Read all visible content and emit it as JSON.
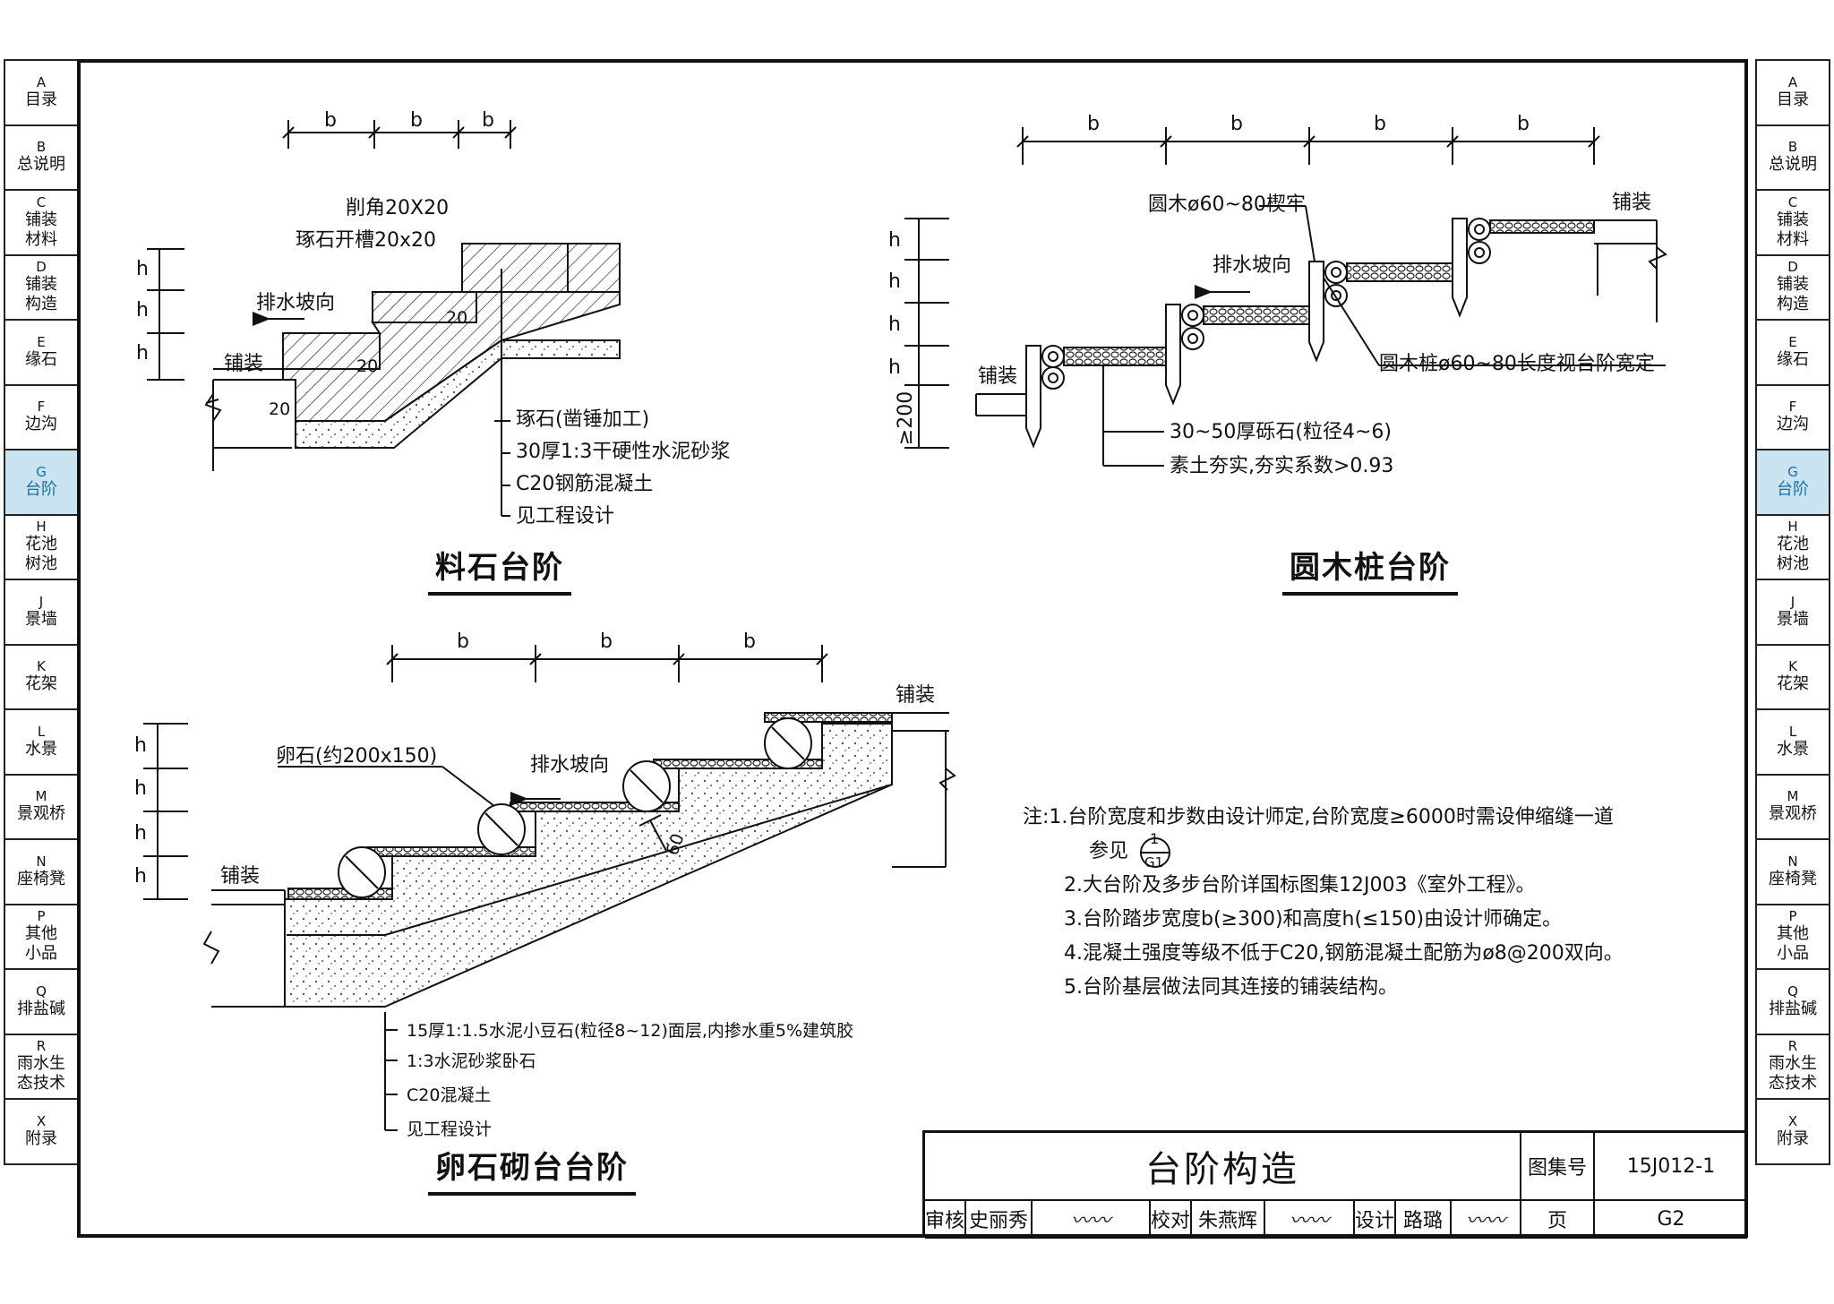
{
  "sidebar": {
    "items": [
      {
        "code": "A",
        "label": "目录"
      },
      {
        "code": "B",
        "label": "总说明"
      },
      {
        "code": "C",
        "label": "铺装\n材料"
      },
      {
        "code": "D",
        "label": "铺装\n构造"
      },
      {
        "code": "E",
        "label": "缘石"
      },
      {
        "code": "F",
        "label": "边沟"
      },
      {
        "code": "G",
        "label": "台阶",
        "active": true
      },
      {
        "code": "H",
        "label": "花池\n树池"
      },
      {
        "code": "J",
        "label": "景墙"
      },
      {
        "code": "K",
        "label": "花架"
      },
      {
        "code": "L",
        "label": "水景"
      },
      {
        "code": "M",
        "label": "景观桥"
      },
      {
        "code": "N",
        "label": "座椅凳"
      },
      {
        "code": "P",
        "label": "其他\n小品"
      },
      {
        "code": "Q",
        "label": "排盐碱"
      },
      {
        "code": "R",
        "label": "雨水生\n态技术"
      },
      {
        "code": "X",
        "label": "附录"
      }
    ]
  },
  "colors": {
    "line": "#111111",
    "active_tab_bg": "#c9e4f0",
    "active_tab_text": "#1a6fa0",
    "hatch": "#555555"
  },
  "dim": {
    "b": "b",
    "h": "h"
  },
  "stone_steps": {
    "caption": "料石台阶",
    "chamfer": "削角20X20",
    "groove": "琢石开槽20x20",
    "drain": "排水坡向",
    "paving": "铺装",
    "d20": "20",
    "layers": [
      "琢石(凿锤加工)",
      "30厚1:3干硬性水泥砂浆",
      "C20钢筋混凝土",
      "见工程设计"
    ]
  },
  "log_steps": {
    "caption": "圆木桩台阶",
    "log_top": "圆木ø60~80楔牢",
    "drain": "排水坡向",
    "paving": "铺装",
    "stake": "圆木桩ø60~80长度视台阶宽定",
    "gravel": "30~50厚砾石(粒径4~6)",
    "soil": "素土夯实,夯实系数>0.93",
    "depth": "≥200"
  },
  "pebble_steps": {
    "caption": "卵石砌台台阶",
    "pebble": "卵石(约200x150)",
    "drain": "排水坡向",
    "paving": "铺装",
    "d60": "60",
    "layers": [
      "15厚1:1.5水泥小豆石(粒径8~12)面层,内掺水重5%建筑胶",
      "1:3水泥砂浆卧石",
      "C20混凝土",
      "见工程设计"
    ]
  },
  "notes": {
    "prefix": "注:",
    "items": [
      "1.台阶宽度和步数由设计师定,台阶宽度≥6000时需设伸缩缝一道",
      "参见",
      "2.大台阶及多步台阶详国标图集12J003《室外工程》。",
      "3.台阶踏步宽度b(≥300)和高度h(≤150)由设计师确定。",
      "4.混凝土强度等级不低于C20,钢筋混凝土配筋为ø8@200双向。",
      "5.台阶基层做法同其连接的铺装结构。"
    ],
    "ref_top": "1",
    "ref_bottom": "G1"
  },
  "title_block": {
    "title": "台阶构造",
    "atlas_label": "图集号",
    "atlas_no": "15J012-1",
    "page_label": "页",
    "page_no": "G2",
    "review_label": "审核",
    "reviewer": "史丽秀",
    "check_label": "校对",
    "checker": "朱燕辉",
    "design_label": "设计",
    "designer": "路璐"
  }
}
